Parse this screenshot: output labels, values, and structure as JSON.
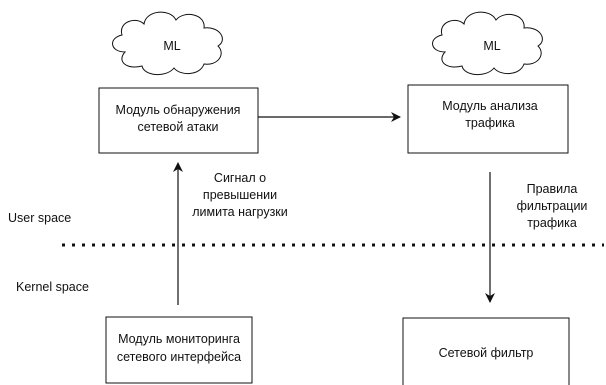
{
  "cloud_left": {
    "label": "ML"
  },
  "cloud_right": {
    "label": "ML"
  },
  "box_detection": {
    "line1": "Модуль обнаружения",
    "line2": "сетевой атаки"
  },
  "box_analysis": {
    "line1": "Модуль анализа",
    "line2": "трафика"
  },
  "box_monitoring": {
    "line1": "Модуль мониторинга",
    "line2": "сетевого интерфейса"
  },
  "box_filter": {
    "label": "Сетевой фильтр"
  },
  "signal_label": {
    "line1": "Сигнал о",
    "line2": "превышении",
    "line3": "лимита нагрузки"
  },
  "rules_label": {
    "line1": "Правила",
    "line2": "фильтрации",
    "line3": "трафика"
  },
  "zones": {
    "user_space": "User space",
    "kernel_space": "Kernel space"
  }
}
